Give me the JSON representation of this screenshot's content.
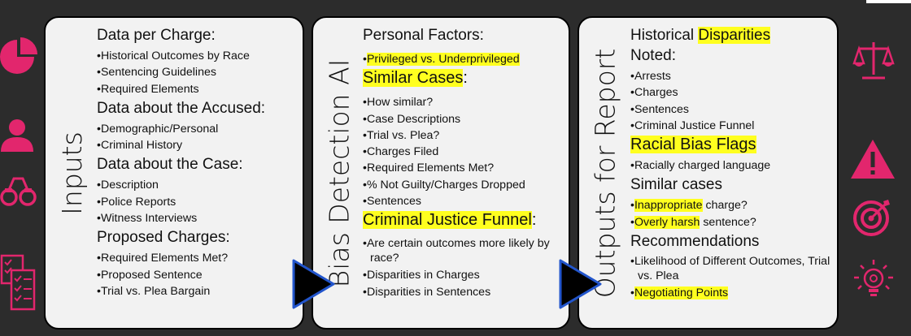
{
  "colors": {
    "background": "#2c2c2c",
    "panel": "#f2f2f2",
    "highlight": "#ffff1f",
    "accent": "#e2266d",
    "arrow": "#0a1a66"
  },
  "inputs": {
    "title": "Inputs",
    "sections": [
      {
        "heading": "Data per Charge:",
        "items": [
          "Historical Outcomes by Race",
          "Sentencing Guidelines",
          "Required Elements"
        ]
      },
      {
        "heading": "Data about the Accused:",
        "items": [
          "Demographic/Personal",
          "Criminal History"
        ]
      },
      {
        "heading": "Data about the Case:",
        "items": [
          "Description",
          "Police Reports",
          "Witness Interviews"
        ]
      },
      {
        "heading": "Proposed Charges:",
        "items": [
          "Required Elements Met?",
          "Proposed Sentence",
          "Trial vs. Plea Bargain"
        ]
      }
    ]
  },
  "bias": {
    "title": "Bias Detection AI",
    "s1_heading": "Personal Factors:",
    "s1_items": [
      "Privileged vs. Underprivileged"
    ],
    "s2_heading": "Similar Cases",
    "s2_colon": ":",
    "s2_items": [
      "How similar?",
      "Case Descriptions",
      "Trial vs. Plea?",
      "Charges Filed",
      "Required Elements Met?",
      "% Not Guilty/Charges Dropped",
      "Sentences"
    ],
    "s3_heading": "Criminal Justice Funnel",
    "s3_colon": ":",
    "s3_items": [
      "Are certain outcomes more likely by race?",
      "Disparities in Charges",
      "Disparities in Sentences"
    ]
  },
  "outputs": {
    "title": "Outputs for Report",
    "s1_heading_pre": "Historical ",
    "s1_heading_hl": "Disparities",
    "s1_heading_post": "Noted:",
    "s1_items": [
      "Arrests",
      "Charges",
      "Sentences",
      "Criminal Justice Funnel"
    ],
    "s2_heading": "Racial Bias Flags",
    "s2_items": [
      "Racially charged language"
    ],
    "s3_heading": "Similar cases",
    "s3_items": [
      {
        "hl": "Inappropriate",
        "rest": " charge?"
      },
      {
        "hl": "Overly harsh",
        "rest": " sentence?"
      }
    ],
    "s4_heading": "Recommendations",
    "s4_items": [
      "Likelihood of Different Outcomes, Trial vs. Plea"
    ],
    "s4_item_hl": "Negotiating Points"
  },
  "bullet": "•",
  "left_icons": [
    "pie-chart-icon",
    "person-icon",
    "handcuffs-icon",
    "documents-checklist-icon"
  ],
  "right_icons": [
    "scales-icon",
    "warning-icon",
    "target-icon",
    "lightbulb-icon"
  ]
}
